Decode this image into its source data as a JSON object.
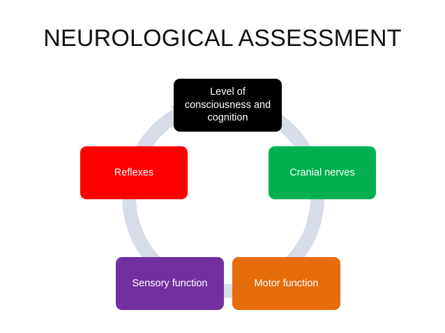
{
  "slide": {
    "title": "NEUROLOGICAL ASSESSMENT"
  },
  "diagram": {
    "ring_color": "#d6dce8",
    "nodes": [
      {
        "label": "Level of\nconsciousness and\ncognition",
        "color": "#000000"
      },
      {
        "label": "Cranial nerves",
        "color": "#00b050"
      },
      {
        "label": "Motor function",
        "color": "#e46c0a"
      },
      {
        "label": "Sensory function",
        "color": "#7030a0"
      },
      {
        "label": "Reflexes",
        "color": "#ff0000"
      }
    ]
  }
}
